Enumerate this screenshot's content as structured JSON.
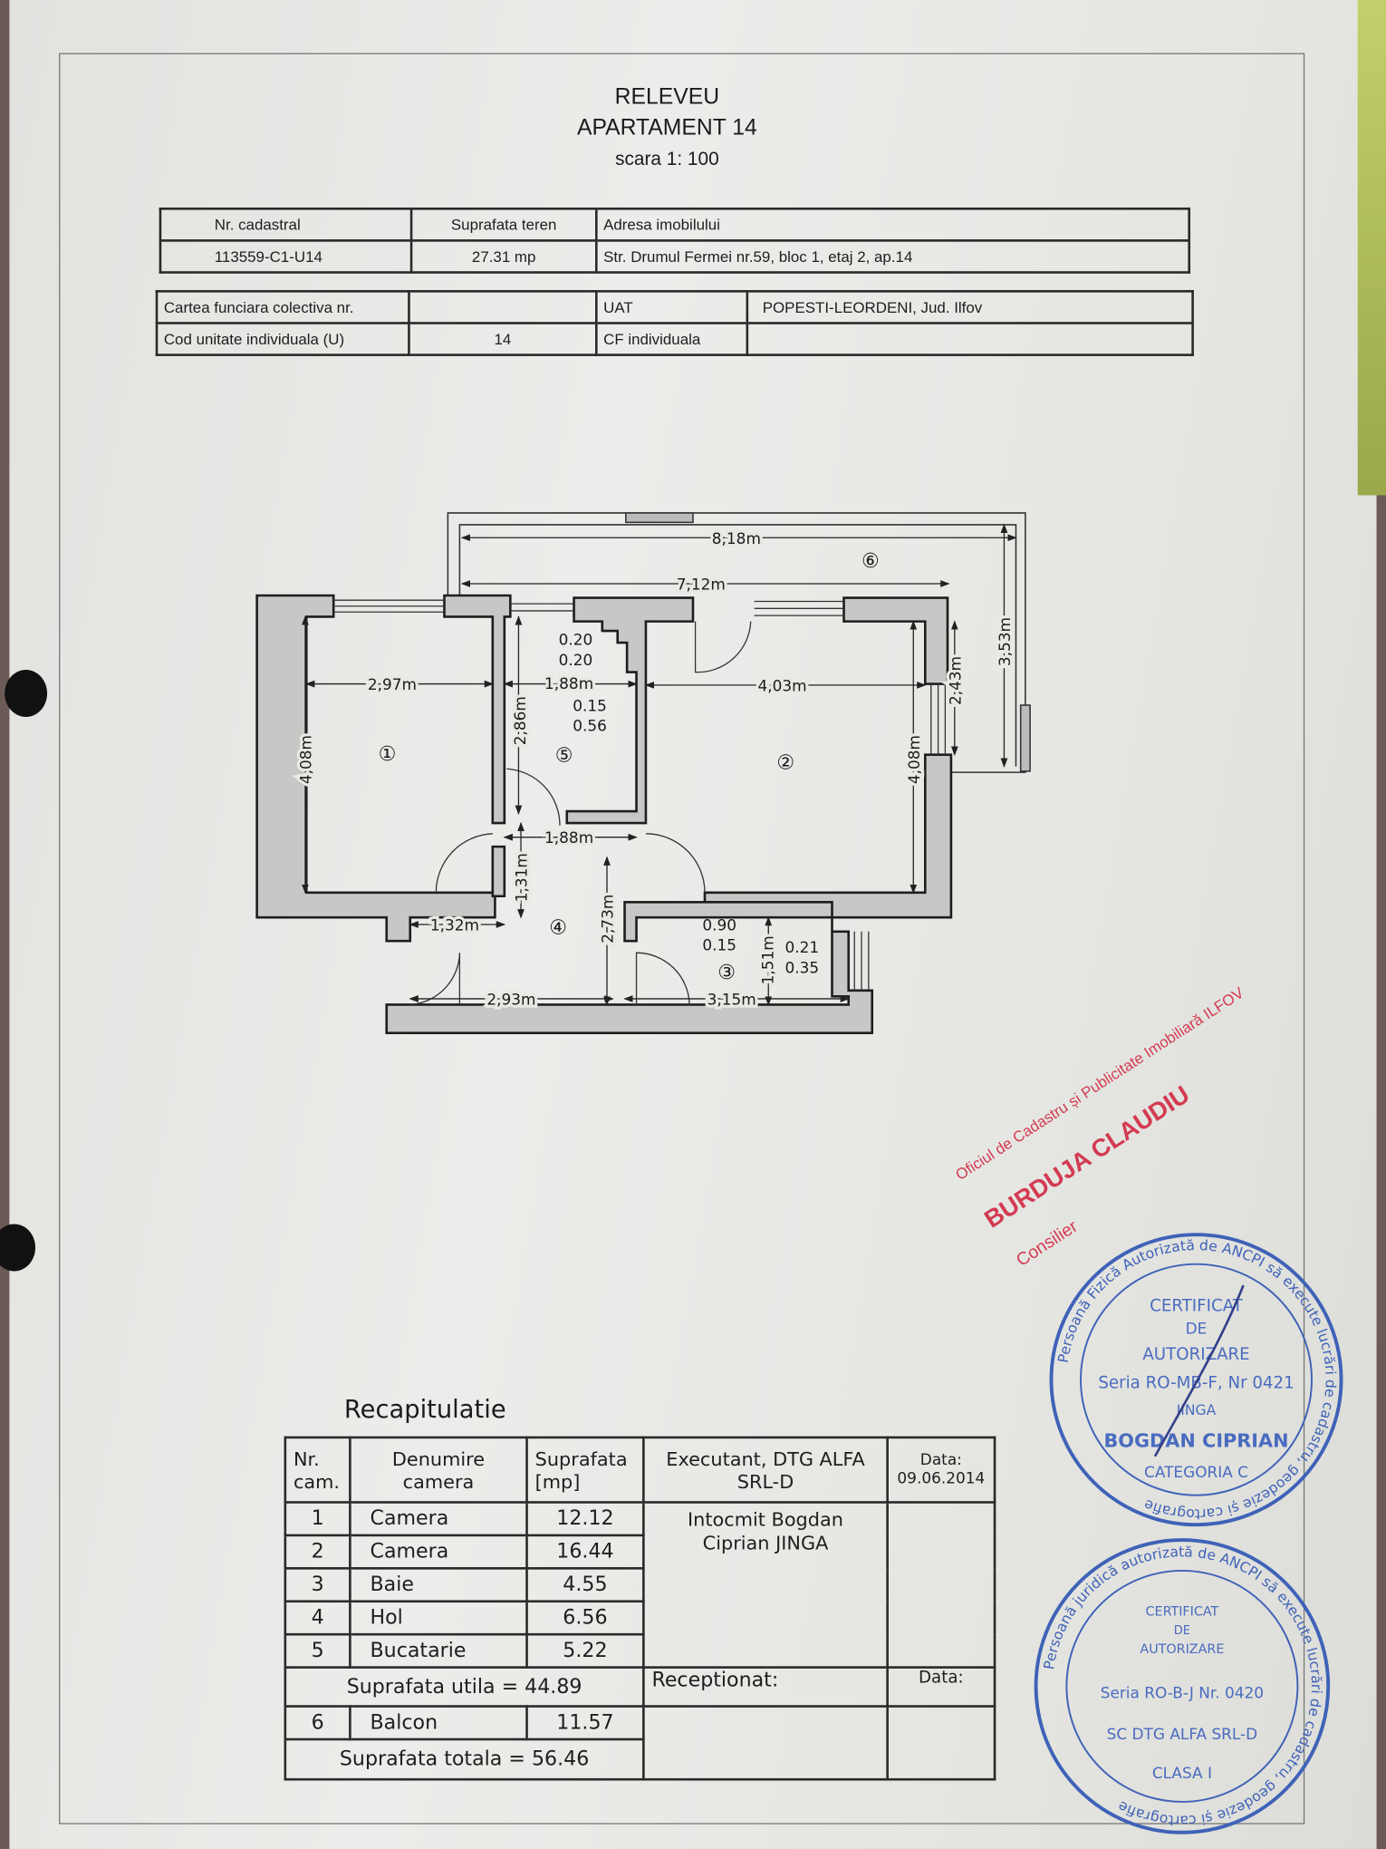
{
  "header": {
    "title": "RELEVEU",
    "subtitle": "APARTAMENT 14",
    "scale": "scara 1: 100"
  },
  "info_table_1": {
    "headers": [
      "Nr. cadastral",
      "Suprafata teren",
      "Adresa imobilului"
    ],
    "values": [
      "113559-C1-U14",
      "27.31 mp",
      "Str. Drumul Fermei nr.59, bloc 1, etaj 2, ap.14"
    ]
  },
  "info_table_2": {
    "rows": [
      [
        "Cartea funciara colectiva nr.",
        "",
        "UAT",
        "POPESTI-LEORDENI, Jud. Ilfov"
      ],
      [
        "Cod unitate individuala (U)",
        "14",
        "CF individuala",
        ""
      ]
    ]
  },
  "plan": {
    "dims": {
      "d818": "8,18m",
      "d712": "7,12m",
      "d297": "2,97m",
      "d188a": "1,88m",
      "d403": "4,03m",
      "d408a": "4,08m",
      "d286": "2,86m",
      "d408b": "4,08m",
      "d243": "2,43m",
      "d353": "3,53m",
      "d188b": "1,88m",
      "d131": "1,31m",
      "d132": "1,32m",
      "d273": "2,73m",
      "d293": "2,93m",
      "d315": "3,15m",
      "d151": "1,51m"
    },
    "notes": {
      "n1a": "0.20",
      "n1b": "0.20",
      "n2a": "0.15",
      "n2b": "0.56",
      "n3a": "0.90",
      "n3b": "0.15",
      "n4a": "0.21",
      "n4b": "0.35"
    },
    "rooms": {
      "r1": "①",
      "r2": "②",
      "r3": "③",
      "r4": "④",
      "r5": "⑤",
      "r6": "⑥"
    }
  },
  "stamps": {
    "red": {
      "line1": "Oficiul de Cadastru și Publicitate Imobiliară ILFOV",
      "line2": "BURDUJA CLAUDIU",
      "line3": "Consilier"
    },
    "blue1": {
      "ring": "Persoană Fizică Autorizată de ANCPI să execute lucrări de cadastru, geodezie și cartografie",
      "l1": "CERTIFICAT",
      "l2": "DE",
      "l3": "AUTORIZARE",
      "l4": "Seria RO-MB-F, Nr 0421",
      "l5": "JINGA",
      "l6": "BOGDAN CIPRIAN",
      "l7": "CATEGORIA C"
    },
    "blue2": {
      "ring": "Persoană juridică autorizată de ANCPI să execute lucrări de cadastru, geodezie și cartografie",
      "l1": "CERTIFICAT",
      "l2": "DE",
      "l3": "AUTORIZARE",
      "l4": "Seria RO-B-J Nr. 0420",
      "l5": "SC DTG ALFA SRL-D",
      "l6": "CLASA I"
    }
  },
  "recap": {
    "title": "Recapitulatie",
    "h_nr": "Nr. cam.",
    "h_name": "Denumire camera",
    "h_area": "Suprafata [mp]",
    "executant": "Executant, DTG ALFA SRL-D",
    "data_label": "Data:",
    "data_value": "09.06.2014",
    "intocmit": "Intocmit Bogdan Ciprian JINGA",
    "rows": [
      {
        "nr": "1",
        "name": "Camera",
        "area": "12.12"
      },
      {
        "nr": "2",
        "name": "Camera",
        "area": "16.44"
      },
      {
        "nr": "3",
        "name": "Baie",
        "area": "4.55"
      },
      {
        "nr": "4",
        "name": "Hol",
        "area": "6.56"
      },
      {
        "nr": "5",
        "name": "Bucatarie",
        "area": "5.22"
      }
    ],
    "util": "Suprafata utila = 44.89",
    "receptionat": "Receptionat:",
    "data2": "Data:",
    "balcon": {
      "nr": "6",
      "name": "Balcon",
      "area": "11.57"
    },
    "total": "Suprafata totala = 56.46"
  }
}
